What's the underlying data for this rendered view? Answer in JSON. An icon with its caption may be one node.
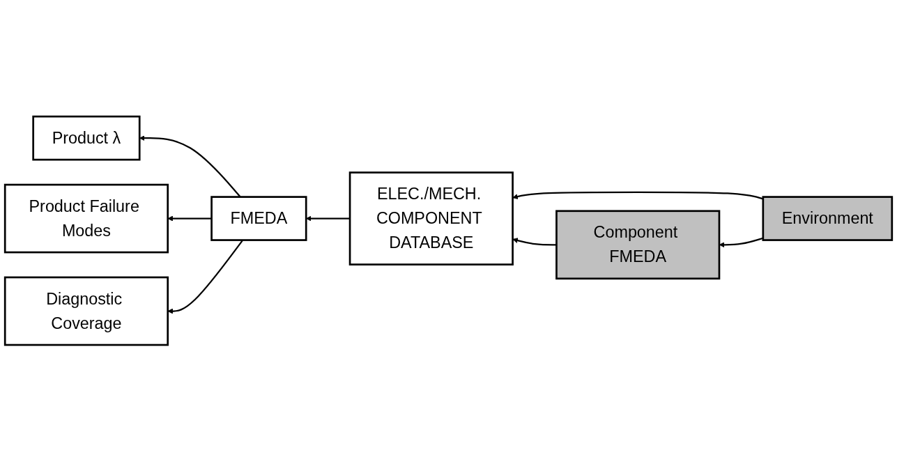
{
  "diagram": {
    "nodes": [
      {
        "text": [
          "Product λ"
        ]
      },
      {
        "text": [
          "Product Failure Modes"
        ]
      },
      {
        "text": [
          "Diagnostic Coverage"
        ]
      },
      {
        "text": [
          "FMEDA"
        ]
      },
      {
        "text": [
          "ELEC./MECH. COMPONENT DATABASE"
        ]
      },
      {
        "text": [
          "Environment"
        ]
      },
      {
        "text": [
          "Component FMEDA"
        ]
      }
    ],
    "edges": [
      {
        "from": 3,
        "to": 0,
        "arrow": "to"
      },
      {
        "from": 3,
        "to": 1,
        "arrow": "to"
      },
      {
        "from": 3,
        "to": 2,
        "arrow": "to"
      },
      {
        "from": 4,
        "to": 3,
        "arrow": "to"
      },
      {
        "from": 5,
        "to": 4,
        "arrow": "to"
      },
      {
        "from": 6,
        "to": 4,
        "arrow": "to"
      },
      {
        "from": 5,
        "to": 6,
        "arrow": "to"
      }
    ]
  }
}
